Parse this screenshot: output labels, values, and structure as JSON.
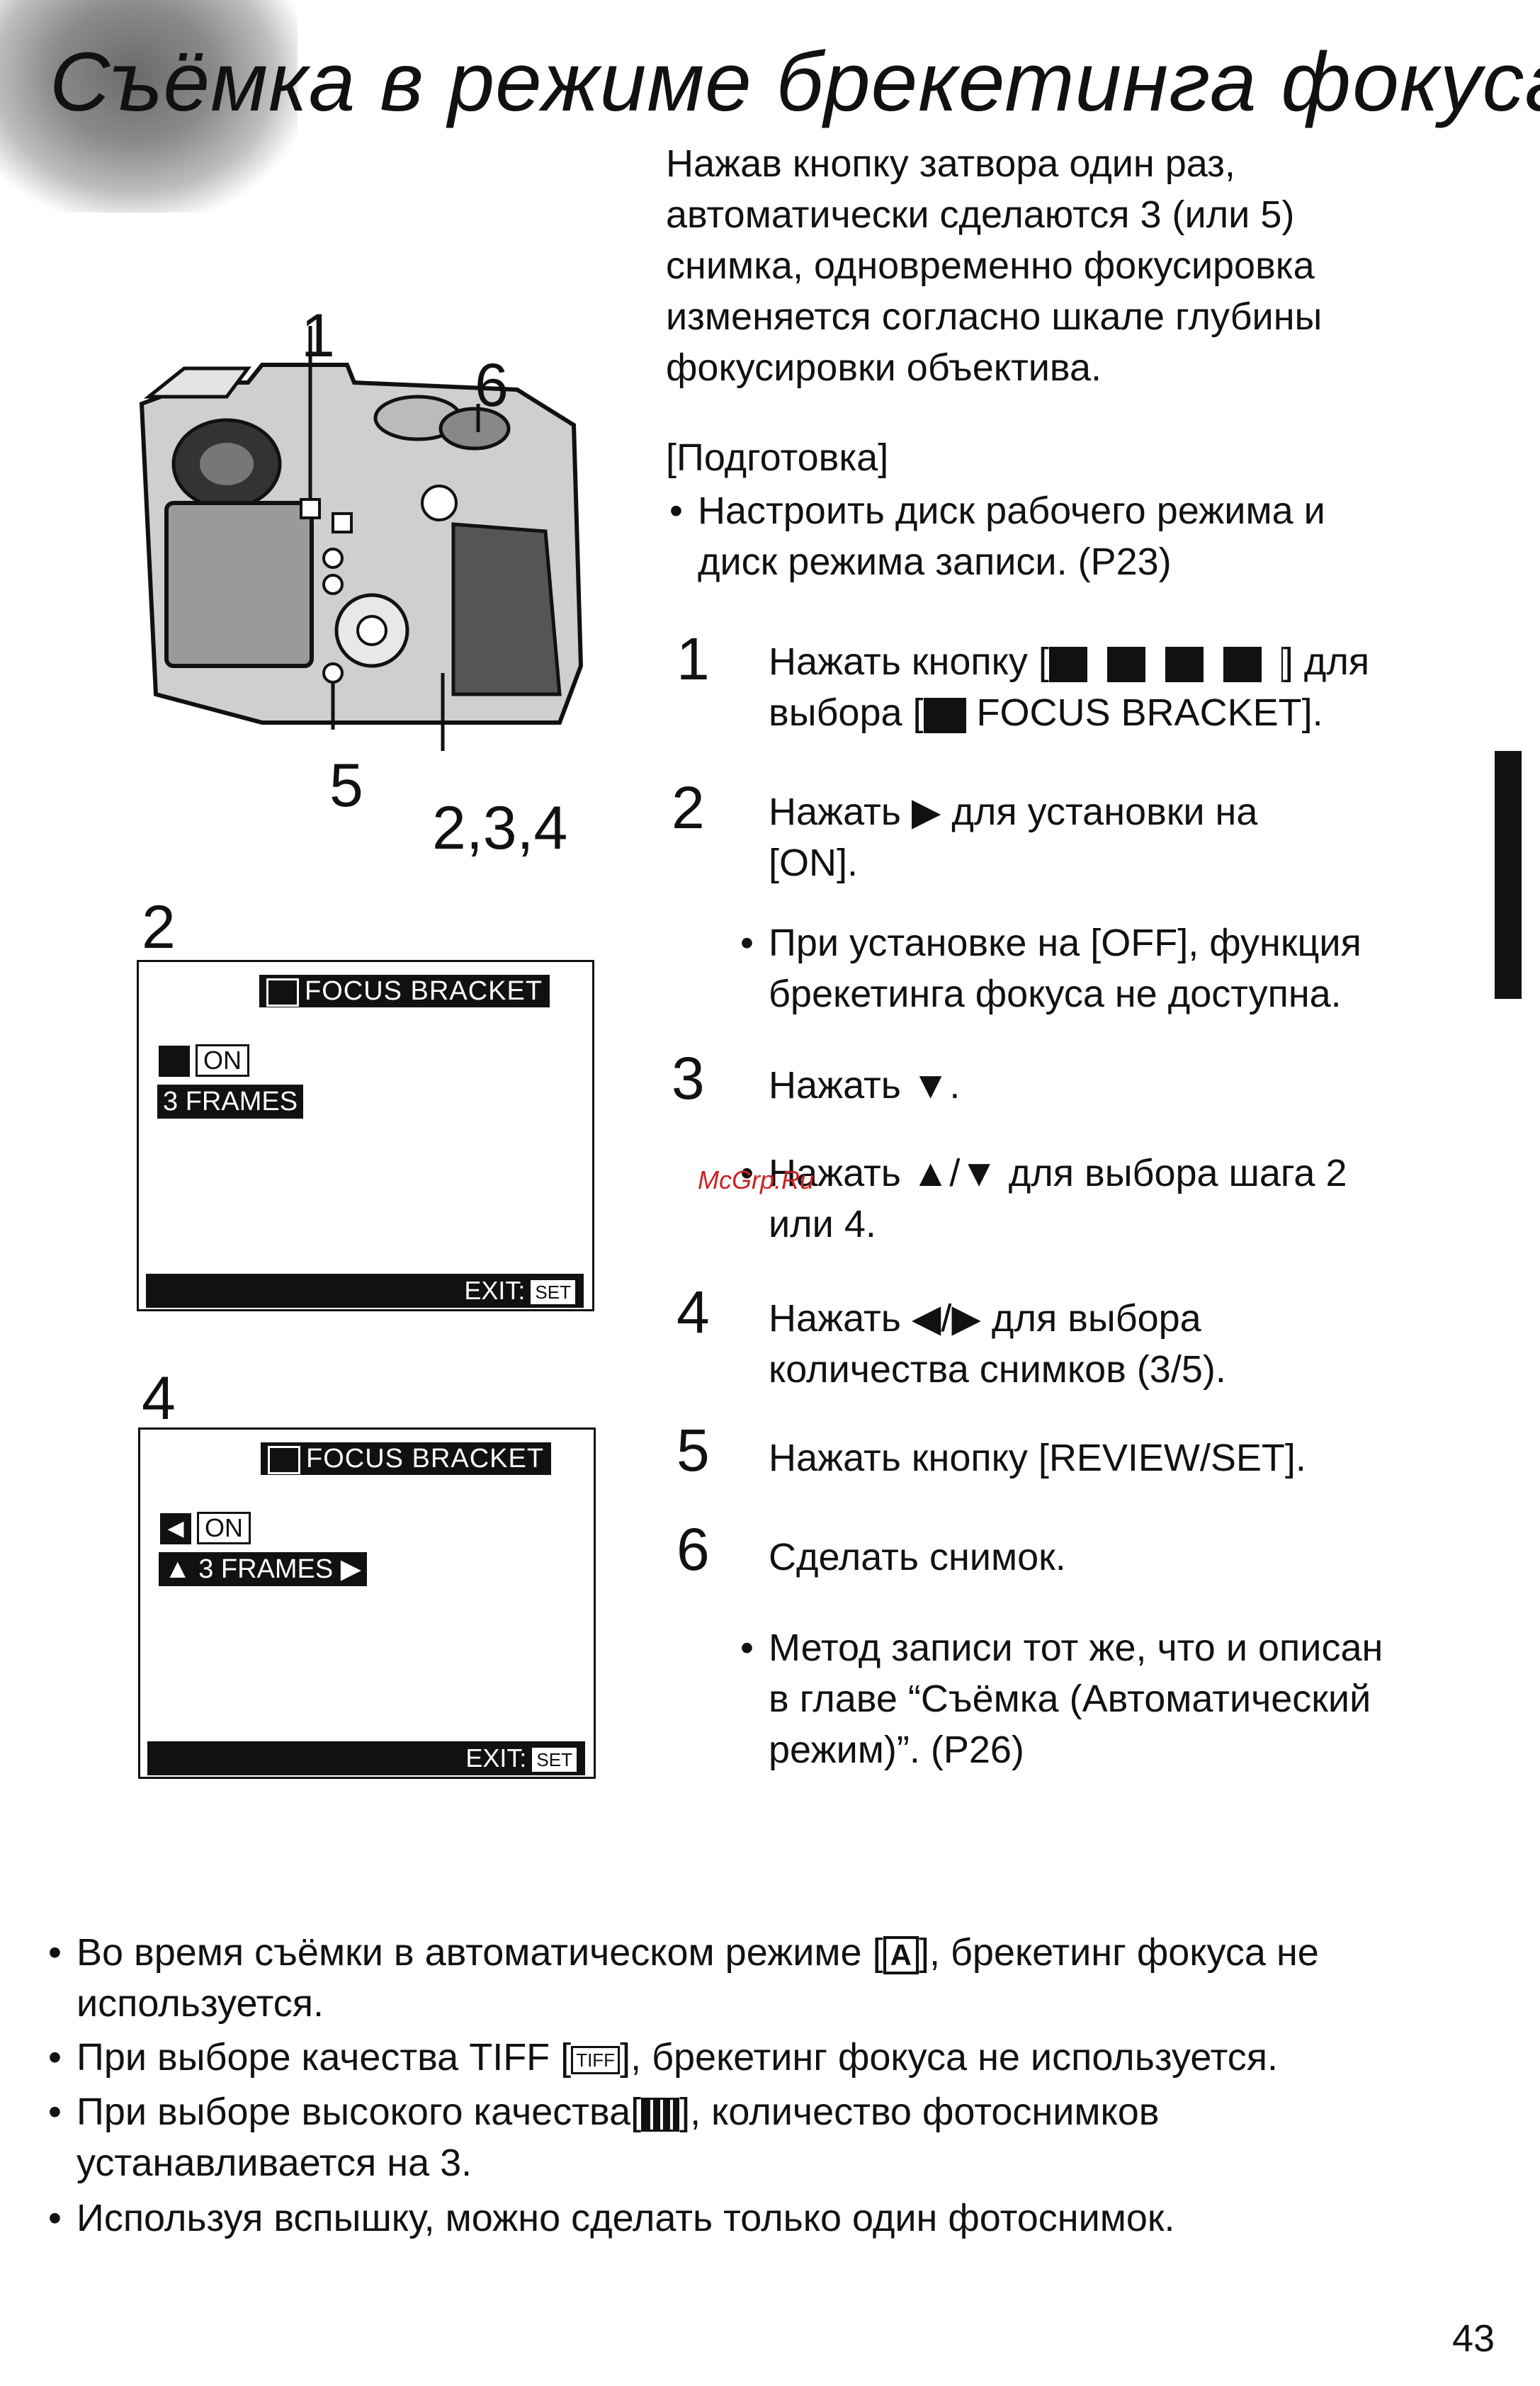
{
  "title": "Съёмка в режиме брекетинга фокуса",
  "intro": [
    "Нажав кнопку затвора один раз,",
    "автоматически сделаются 3 (или 5)",
    "снимка, одновременно фокусировка",
    "изменяется согласно шкале глубины",
    "фокусировки объектива."
  ],
  "prep": {
    "heading": "[Подготовка]",
    "bullet_l1": "Настроить диск рабочего режима и",
    "bullet_l2": "диск режима записи. (P23)"
  },
  "camera_labels": {
    "l1": "1",
    "l6": "6",
    "l5": "5",
    "l234": "2,3,4"
  },
  "screens": [
    {
      "num": "2",
      "title": "FOCUS BRACKET",
      "on": "ON",
      "frames": "3 FRAMES",
      "exit": "EXIT:",
      "set": "SET"
    },
    {
      "num": "4",
      "title": "FOCUS BRACKET",
      "on": "ON",
      "frames": "3 FRAMES",
      "exit": "EXIT:",
      "set": "SET"
    }
  ],
  "steps": [
    {
      "n": "1",
      "l1": "Нажать кнопку [",
      "l1b": "] для",
      "l2a": "выбора [",
      "l2b": " FOCUS BRACKET]."
    },
    {
      "n": "2",
      "l1": "Нажать ▶ для установки на",
      "l2": "[ON].",
      "note_l1": "При установке на [OFF], функция",
      "note_l2": "брекетинга фокуса не доступна."
    },
    {
      "n": "3",
      "l1": "Нажать ▼.",
      "note_l1": "Нажать ▲/▼ для выбора шага 2",
      "note_l2": "или 4."
    },
    {
      "n": "4",
      "l1": "Нажать ◀/▶ для  выбора",
      "l2": "количества снимков (3/5)."
    },
    {
      "n": "5",
      "l1": "Нажать кнопку [REVIEW/SET]."
    },
    {
      "n": "6",
      "l1": "Сделать снимок.",
      "note_l1": "Метод записи тот же, что и описан",
      "note_l2": "в главе “Съёмка (Автоматический",
      "note_l3": "режим)”. (P26)"
    }
  ],
  "watermark": "McGrp.Ru",
  "notes": [
    {
      "a": "Во время съёмки в автоматическом режиме [",
      "icon": "A",
      "b": "], брекетинг фокуса не",
      "c": "используется."
    },
    {
      "a": "При выборе качества TIFF [",
      "icon": "TIFF",
      "b": "], брекетинг фокуса не используется."
    },
    {
      "a": "При выборе высокого качества[",
      "b": "], количество фотоснимков",
      "c": "устанавливается на 3."
    },
    {
      "a": "Используя вспышку, можно сделать только один фотоснимок."
    }
  ],
  "page_number": "43"
}
